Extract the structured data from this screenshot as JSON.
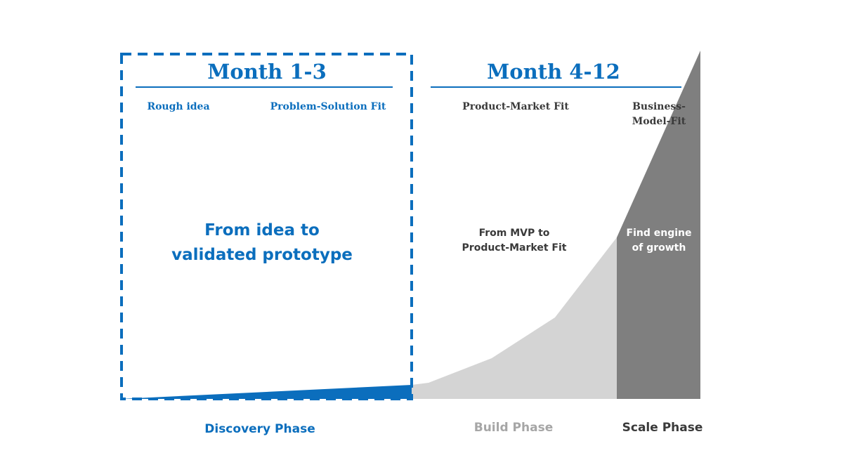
{
  "colors": {
    "blue": "#0b6ebd",
    "light_gray": "#d4d4d4",
    "dark_gray": "#7f7f7f",
    "text_dark": "#3a3a3a",
    "build_gray": "#a6a6a6"
  },
  "discovery": {
    "month_label": "Month 1-3",
    "milestones": [
      "Rough idea",
      "Problem-Solution Fit"
    ],
    "description_line1": "From idea to",
    "description_line2": "validated prototype",
    "phase_label": "Discovery Phase"
  },
  "growth": {
    "month_label": "Month 4-12",
    "milestone_pmf": "Product-Market Fit",
    "milestone_bmf_line1": "Business-",
    "milestone_bmf_line2": "Model-Fit"
  },
  "build": {
    "description_line1": "From MVP to",
    "description_line2": "Product-Market Fit",
    "phase_label": "Build Phase"
  },
  "scale": {
    "description_line1": "Find engine",
    "description_line2": "of growth",
    "phase_label": "Scale Phase"
  }
}
